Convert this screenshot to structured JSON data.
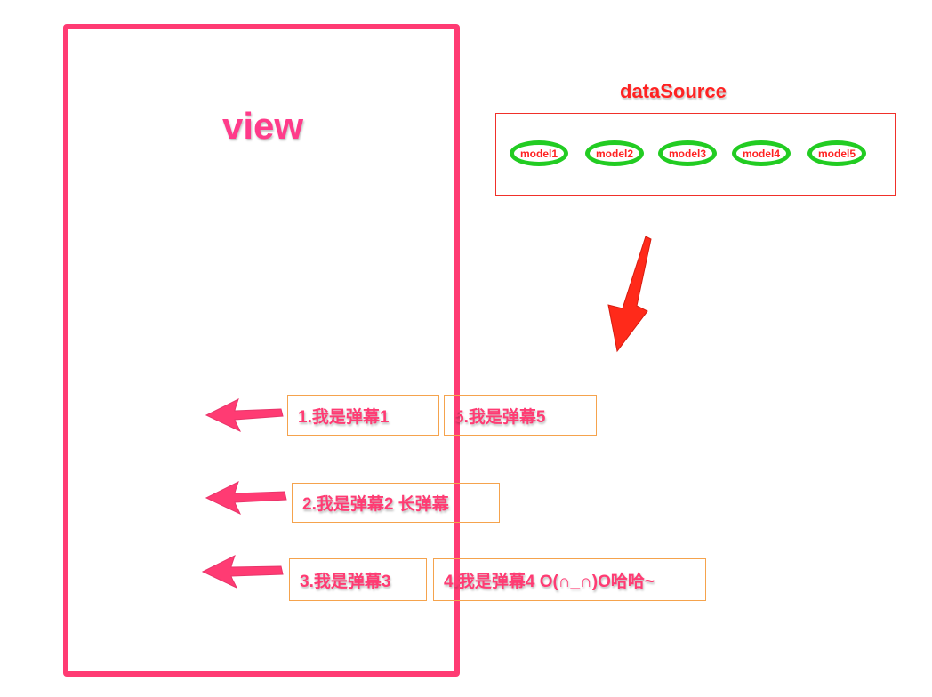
{
  "view": {
    "label": "view"
  },
  "data_source": {
    "title": "dataSource",
    "models": [
      "model1",
      "model2",
      "model3",
      "model4",
      "model5"
    ]
  },
  "danmu": [
    "1.我是弹幕1",
    "5.我是弹幕5",
    "2.我是弹幕2 长弹幕",
    "3.我是弹幕3",
    "4.我是弹幕4 O(∩_∩)O哈哈~"
  ],
  "colors": {
    "view_border": "#ff3b73",
    "title_red": "#ff2222",
    "model_ring": "#22cc22",
    "danmu_border": "#f5a34d",
    "arrow": "#ff3b73",
    "down_arrow": "#ff2a1a"
  },
  "icons": {
    "left_arrows": "left-arrow-icon",
    "down_arrow": "down-arrow-icon"
  }
}
